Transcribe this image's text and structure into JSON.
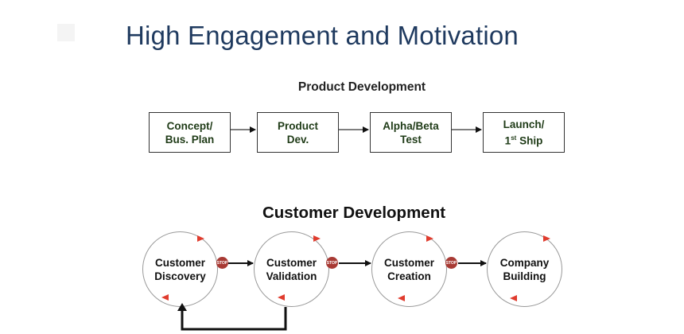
{
  "title": "High Engagement and Motivation",
  "product_development": {
    "heading": "Product Development",
    "steps": [
      {
        "line1": "Concept/",
        "line2": "Bus. Plan"
      },
      {
        "line1": "Product",
        "line2": "Dev."
      },
      {
        "line1": "Alpha/Beta",
        "line2": "Test"
      },
      {
        "line1": "Launch/",
        "line2_pre": "1",
        "line2_sup": "st",
        "line2_post": " Ship"
      }
    ]
  },
  "customer_development": {
    "heading": "Customer Development",
    "stages": [
      {
        "line1": "Customer",
        "line2": "Discovery"
      },
      {
        "line1": "Customer",
        "line2": "Validation"
      },
      {
        "line1": "Customer",
        "line2": "Creation"
      },
      {
        "line1": "Company",
        "line2": "Building"
      }
    ],
    "stop_label": "STOP"
  },
  "colors": {
    "title": "#1f3a5f",
    "box_text": "#1f3b17",
    "stop_sign": "#a83a34",
    "cycle_arrow": "#e03c2e"
  }
}
